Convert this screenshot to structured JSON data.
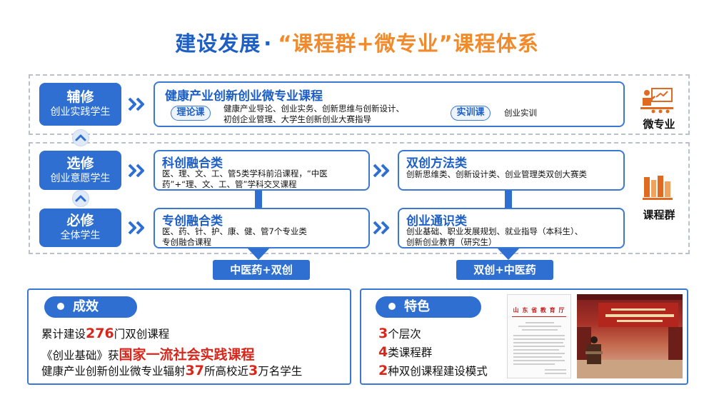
{
  "title": {
    "part1": "建设发展",
    "dot": "·",
    "part2": "“课程群+微专业”课程体系"
  },
  "levels": [
    {
      "main": "辅修",
      "sub": "创业实践学生"
    },
    {
      "main": "选修",
      "sub": "创业意愿学生"
    },
    {
      "main": "必修",
      "sub": "全体学生"
    }
  ],
  "micro": {
    "title": "健康产业创新创业微专业课程",
    "theory_label": "理论课",
    "theory_text_1": "健康产业导论、创业实务、创新思维与创新设计、",
    "theory_text_2": "初创企业管理、大学生创新创业大赛指导",
    "practice_label": "实训课",
    "practice_text": "创业实训"
  },
  "keji": {
    "title": "科创融合类",
    "line1": "医、理、文、工、管5类学科前沿课程，“中医",
    "line2": "药”+“理、文、工、管”学科交叉课程"
  },
  "shuangchuang": {
    "title": "双创方法类",
    "line1": "创新思维类、创新设计类、创业管理类双创大赛类"
  },
  "zhuanchuang": {
    "title": "专创融合类",
    "line1": "医、药、针、护、康、健、管7个专业类",
    "line2": "专创融合课程"
  },
  "tongshi": {
    "title": "创业通识类",
    "line1": "创业基础、职业发展规划、就业指导（本科生）、",
    "line2": "创新创业教育（研究生）"
  },
  "tags": {
    "left": "中医药+双创",
    "right": "双创+中医药"
  },
  "side": {
    "micro_label": "微专业",
    "group_label": "课程群"
  },
  "results": {
    "head": "成效",
    "l1_a": "累计建设",
    "l1_num": "276",
    "l1_b": "门双创课程",
    "l2_a": "《创业基础》获",
    "l2_red": "国家一流社会实践课程",
    "l3_a": "健康产业创新创业微专业辐射",
    "l3_num1": "37",
    "l3_b": "所高校近",
    "l3_num2": "3",
    "l3_c": "万名学生"
  },
  "features": {
    "head": "特色",
    "l1_num": "3",
    "l1_text": "个层次",
    "l2_num": "4",
    "l2_text": "类课程群",
    "l3_num": "2",
    "l3_text": "种双创课程建设模式"
  },
  "document": {
    "header": "山 东 省 教 育 厅"
  },
  "colors": {
    "primary": "#2e6fd1",
    "title_blue": "#1d5fc4",
    "title_orange": "#f08a2b",
    "highlight_red": "#d8261b"
  },
  "icons": {
    "micro": "teacher-presentation-icon",
    "group": "books-icon",
    "bullet": "circle-bullet-icon",
    "arrow": "double-chevron-right-icon",
    "up": "chevron-up-icon"
  }
}
